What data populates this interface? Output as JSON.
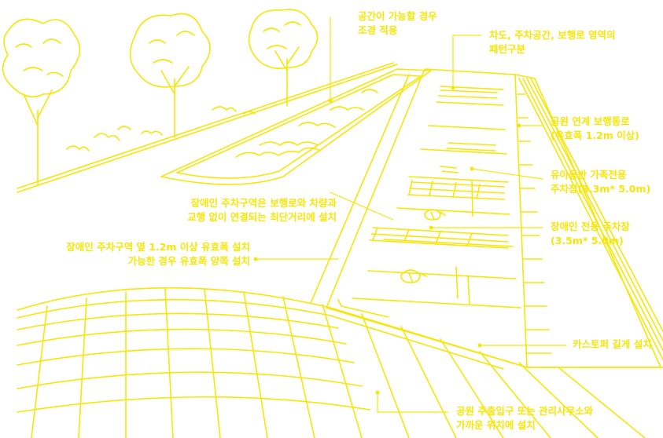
{
  "colors": {
    "line": "#f6e60a",
    "background": "#ffffff"
  },
  "annotations": {
    "landscaping": {
      "line1": "공간이 가능할 경우",
      "line2": "조경 적용"
    },
    "pattern": {
      "line1": "차도, 주차공간, 보행로 영역의",
      "line2": "패턴구분"
    },
    "park_walkway": {
      "line1": "공원 연계 보행통로",
      "line2": "(유효폭 1.2m 이상)"
    },
    "family_parking": {
      "line1": "유아동반 가족전용",
      "line2": "주차장(3.3m* 5.0m)"
    },
    "disabled_parking": {
      "line1": "장애인 전용 주차장",
      "line2": "(3.5m* 5.0m)"
    },
    "curb_stop": {
      "line1": "카스토퍼 길게 설치"
    },
    "location": {
      "line1": "공원 주출입구 또는 관리사무소와",
      "line2": "가까운 위치에 설치"
    },
    "shortest_route": {
      "line1": "장애인 주차구역은 보행로와 차량과",
      "line2": "교행 없이 연결되는 최단거리에 설치"
    },
    "side_walkway": {
      "line1": "장애인 주차구역 옆 1.2m 이상 유효폭 설치",
      "line2": "가능한 경우 유효폭 양쪽 설치"
    }
  }
}
